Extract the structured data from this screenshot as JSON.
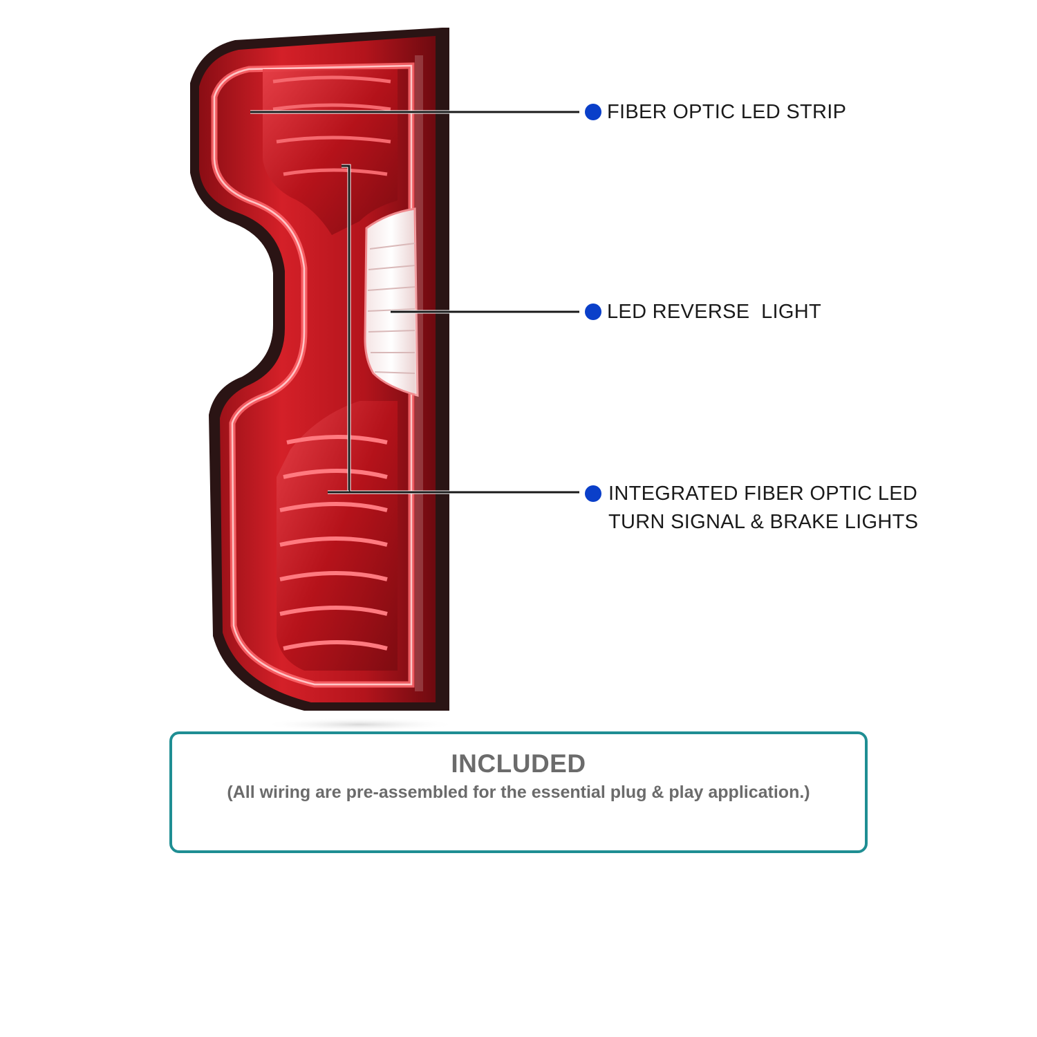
{
  "callouts": [
    {
      "id": "fiber-strip",
      "lines": [
        "FIBER OPTIC LED STRIP"
      ]
    },
    {
      "id": "reverse",
      "lines": [
        "LED REVERSE  LIGHT"
      ]
    },
    {
      "id": "turn-brake",
      "lines": [
        "INTEGRATED FIBER OPTIC LED",
        "TURN SIGNAL & BRAKE LIGHTS"
      ]
    }
  ],
  "included": {
    "title": "INCLUDED",
    "subtitle": "(All wiring are pre-assembled for the essential plug & play application.)"
  },
  "colors": {
    "bullet": "#0a3fc9",
    "box_border": "#1f8e93",
    "lens_red": "#c01a22",
    "housing_dark": "#2a1414",
    "text_gray": "#6b6b6b"
  },
  "icons": {
    "callout_marker": "blue-dot-icon",
    "product": "tail-light-illustration"
  }
}
